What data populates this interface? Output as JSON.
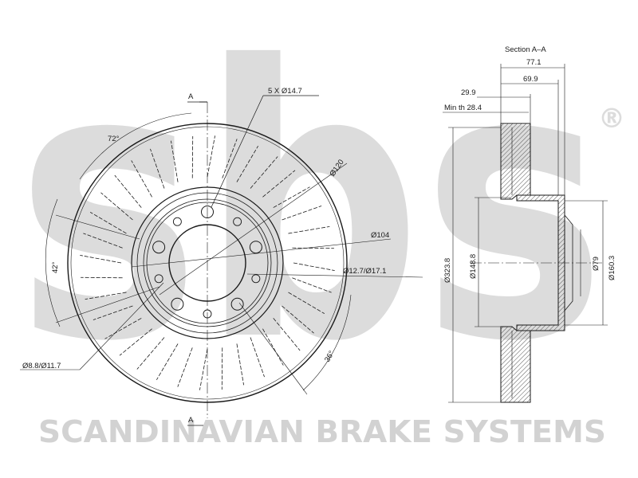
{
  "watermark": {
    "logo_text": "sbs",
    "registered_mark": "®",
    "tagline": "SCANDINAVIAN BRAKE SYSTEMS",
    "color": "#dcdcdc"
  },
  "front_view": {
    "section_mark_top": "A",
    "section_mark_bottom": "A",
    "bolt_holes_label": "5 X Ø14.7",
    "angle_72": "72°",
    "angle_42": "42°",
    "angle_36": "36°",
    "bolt_circle_label": "Ø120",
    "center_bore_label": "Ø104",
    "pin_hole_label": "Ø12.7/Ø17.1",
    "small_hole_label": "Ø8.8/Ø11.7",
    "vent_slot_count": 36,
    "bolt_hole_count": 5
  },
  "section_view": {
    "title": "Section A–A",
    "overall_width": "77.1",
    "hat_height": "69.9",
    "thickness": "29.9",
    "min_thickness": "Min th 28.4",
    "outer_diameter": "Ø323.8",
    "hat_diameter": "Ø148.8",
    "center_diameter": "Ø79",
    "pcd_diameter": "Ø160.3"
  },
  "colors": {
    "line": "#1a1a1a",
    "hatch": "#555555",
    "watermark": "#dcdcdc"
  }
}
